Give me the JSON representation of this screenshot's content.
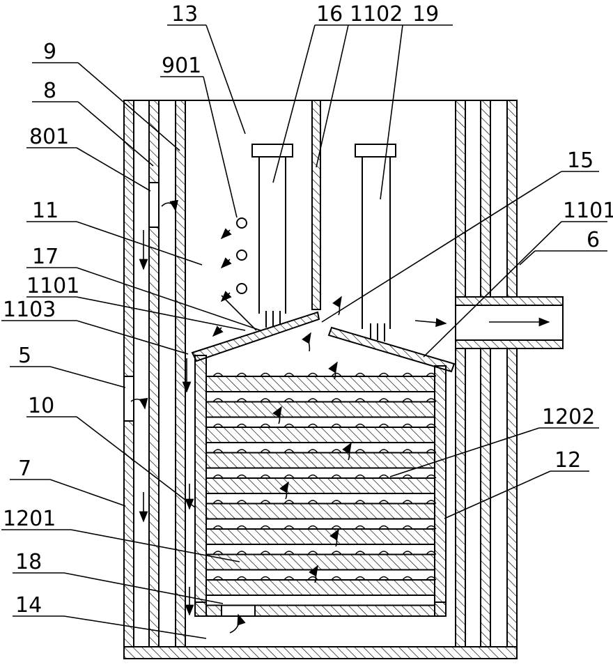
{
  "labels": {
    "l13": "13",
    "l16": "16",
    "l1102": "1102",
    "l19": "19",
    "l9": "9",
    "l901": "901",
    "l8": "8",
    "l801": "801",
    "l15": "15",
    "l1101_right": "1101",
    "l11": "11",
    "l6": "6",
    "l17": "17",
    "l1101_left": "1101",
    "l1103": "1103",
    "l5": "5",
    "l10": "10",
    "l1202": "1202",
    "l12": "12",
    "l7": "7",
    "l1201": "1201",
    "l18": "18",
    "l14": "14"
  },
  "colors": {
    "stroke": "#000000",
    "background": "#ffffff"
  }
}
